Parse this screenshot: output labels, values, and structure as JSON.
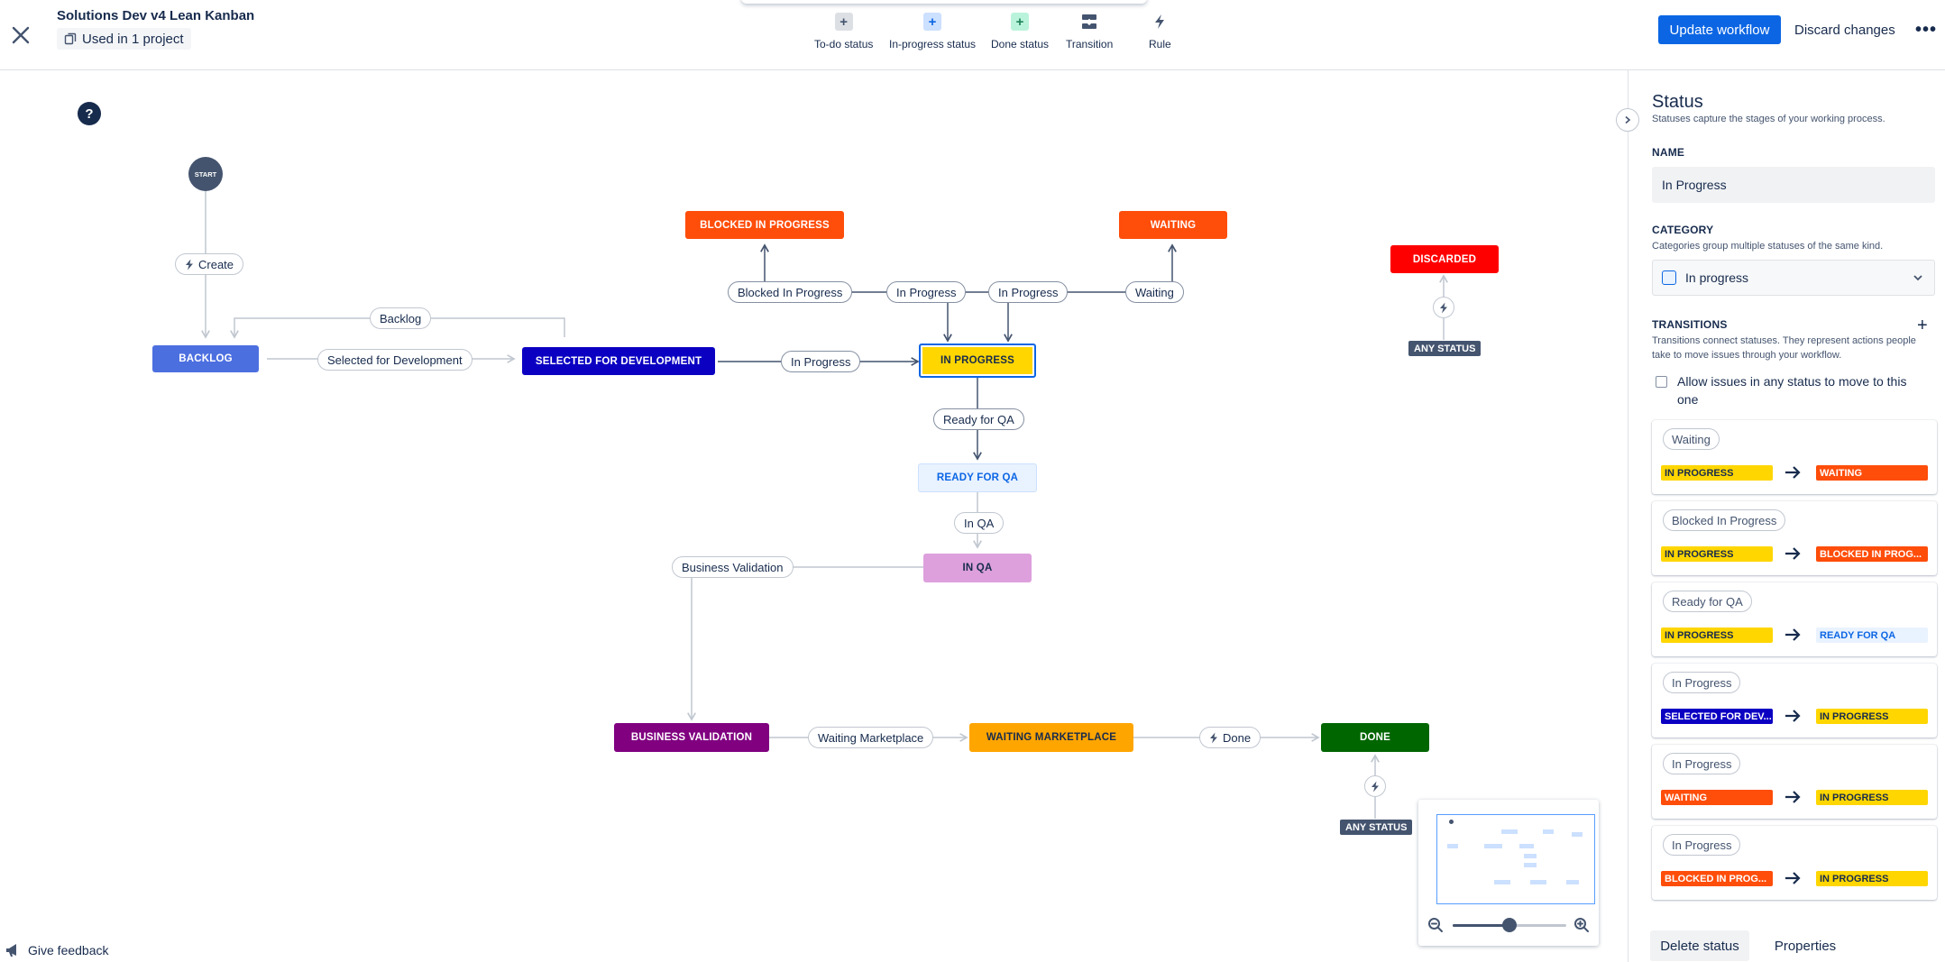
{
  "header": {
    "workflow_title": "Solutions Dev v4 Lean Kanban",
    "used_in": "Used in 1 project",
    "tools": {
      "todo": "To-do status",
      "inprogress": "In-progress status",
      "done": "Done status",
      "transition": "Transition",
      "rule": "Rule"
    },
    "update_button": "Update workflow",
    "discard_button": "Discard changes",
    "more_button": "•••"
  },
  "canvas": {
    "help_label": "?",
    "start_label": "START",
    "statuses": {
      "backlog": "BACKLOG",
      "selected_for_development": "SELECTED FOR DEVELOPMENT",
      "in_progress": "IN PROGRESS",
      "blocked_in_progress": "BLOCKED IN PROGRESS",
      "waiting": "WAITING",
      "discarded": "DISCARDED",
      "ready_for_qa": "READY FOR QA",
      "in_qa": "IN QA",
      "business_validation": "BUSINESS VALIDATION",
      "waiting_marketplace": "WAITING MARKETPLACE",
      "done": "DONE"
    },
    "transitions": {
      "create": "Create",
      "backlog": "Backlog",
      "selected_for_development": "Selected for Development",
      "in_progress_main": "In Progress",
      "blocked_in_progress": "Blocked In Progress",
      "in_progress_from_blocked": "In Progress",
      "in_progress_from_waiting": "In Progress",
      "waiting": "Waiting",
      "ready_for_qa": "Ready for QA",
      "in_qa": "In QA",
      "business_validation": "Business Validation",
      "waiting_marketplace": "Waiting Marketplace",
      "done": "Done"
    },
    "any_status_discarded": "ANY STATUS",
    "any_status_done": "ANY STATUS"
  },
  "colors": {
    "backlog": "#4c6fe0",
    "selected": "#0b00c2",
    "in_progress": "#ffd600",
    "in_progress_border": "#0c66e4",
    "blocked": "#ff4d0a",
    "waiting": "#ff4d0a",
    "discarded": "#ff0000",
    "ready_for_qa": "#e9f2ff",
    "in_qa": "#dda0dd",
    "business_validation": "#800080",
    "waiting_marketplace": "#ffa500",
    "done": "#006600"
  },
  "feedback_label": "Give feedback",
  "panel": {
    "title": "Status",
    "description": "Statuses capture the stages of your working process.",
    "name_label": "NAME",
    "name_value": "In Progress",
    "category_label": "CATEGORY",
    "category_description": "Categories group multiple statuses of the same kind.",
    "category_value": "In progress",
    "transitions_label": "TRANSITIONS",
    "transitions_description_1": "Transitions connect statuses. They represent actions people",
    "transitions_description_2": "take to move issues through your workflow.",
    "allow_any_1": "Allow issues in any status to move to this",
    "allow_any_2": "one",
    "transition_cards": [
      {
        "name": "Waiting",
        "from": "IN PROGRESS",
        "to": "WAITING",
        "from_bg": "#ffd600",
        "to_bg": "#ff4d0a"
      },
      {
        "name": "Blocked In Progress",
        "from": "IN PROGRESS",
        "to": "BLOCKED IN PROG...",
        "from_bg": "#ffd600",
        "to_bg": "#ff4d0a"
      },
      {
        "name": "Ready for QA",
        "from": "IN PROGRESS",
        "to": "READY FOR QA",
        "from_bg": "#ffd600",
        "to_bg": "#e9f2ff"
      },
      {
        "name": "In Progress",
        "from": "SELECTED FOR DEV...",
        "to": "IN PROGRESS",
        "from_bg": "#0b00c2",
        "to_bg": "#ffd600"
      },
      {
        "name": "In Progress",
        "from": "WAITING",
        "to": "IN PROGRESS",
        "from_bg": "#ff4d0a",
        "to_bg": "#ffd600"
      },
      {
        "name": "In Progress",
        "from": "BLOCKED IN PROG...",
        "to": "IN PROGRESS",
        "from_bg": "#ff4d0a",
        "to_bg": "#ffd600"
      }
    ],
    "delete_button": "Delete status",
    "properties_button": "Properties"
  }
}
